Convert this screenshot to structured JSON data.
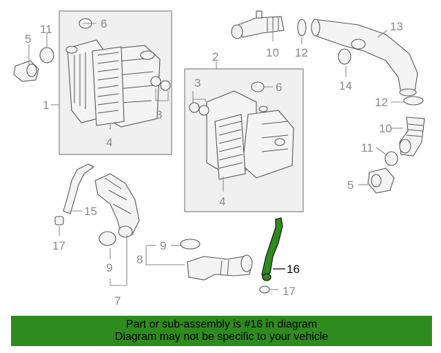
{
  "callouts": {
    "c1": "1",
    "c2": "2",
    "c3a": "3",
    "c3b": "3",
    "c4a": "4",
    "c4b": "4",
    "c5a": "5",
    "c5b": "5",
    "c6a": "6",
    "c6b": "6",
    "c7": "7",
    "c8": "8",
    "c9a": "9",
    "c9b": "9",
    "c10a": "10",
    "c10b": "10",
    "c11a": "11",
    "c11b": "11",
    "c12a": "12",
    "c12b": "12",
    "c13": "13",
    "c14": "14",
    "c15": "15",
    "c16": "16",
    "c17a": "17",
    "c17b": "17"
  },
  "highlight_color": "#2e8b1e",
  "banner": {
    "line1": "Part or sub-assembly is #16 in diagram",
    "line2": "Diagram may not be specific to your vehicle"
  }
}
